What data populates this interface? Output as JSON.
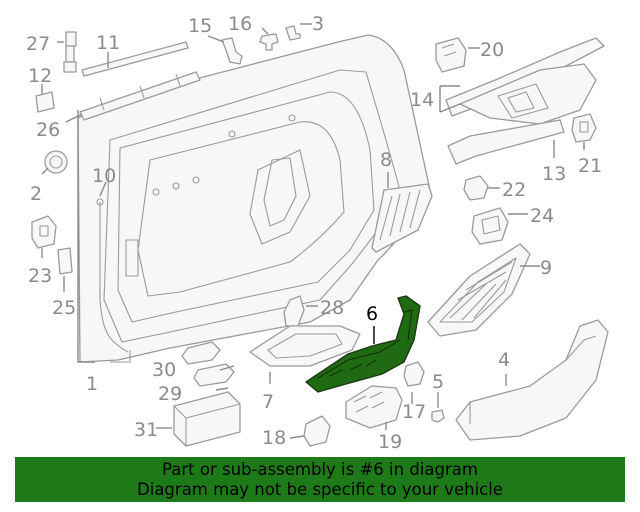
{
  "callouts": [
    "1",
    "2",
    "3",
    "4",
    "5",
    "6",
    "7",
    "8",
    "9",
    "10",
    "11",
    "12",
    "13",
    "14",
    "15",
    "16",
    "17",
    "18",
    "19",
    "20",
    "21",
    "22",
    "23",
    "24",
    "25",
    "26",
    "27",
    "28",
    "29",
    "30",
    "31"
  ],
  "highlight_callout": "6",
  "colors": {
    "banner": "#1e7a18",
    "highlight_part": "#1f6a12",
    "line_art": "#9a9a9a"
  },
  "banner": {
    "line1": "Part or sub-assembly is #6 in diagram",
    "line2": "Diagram may not be specific to your vehicle"
  }
}
